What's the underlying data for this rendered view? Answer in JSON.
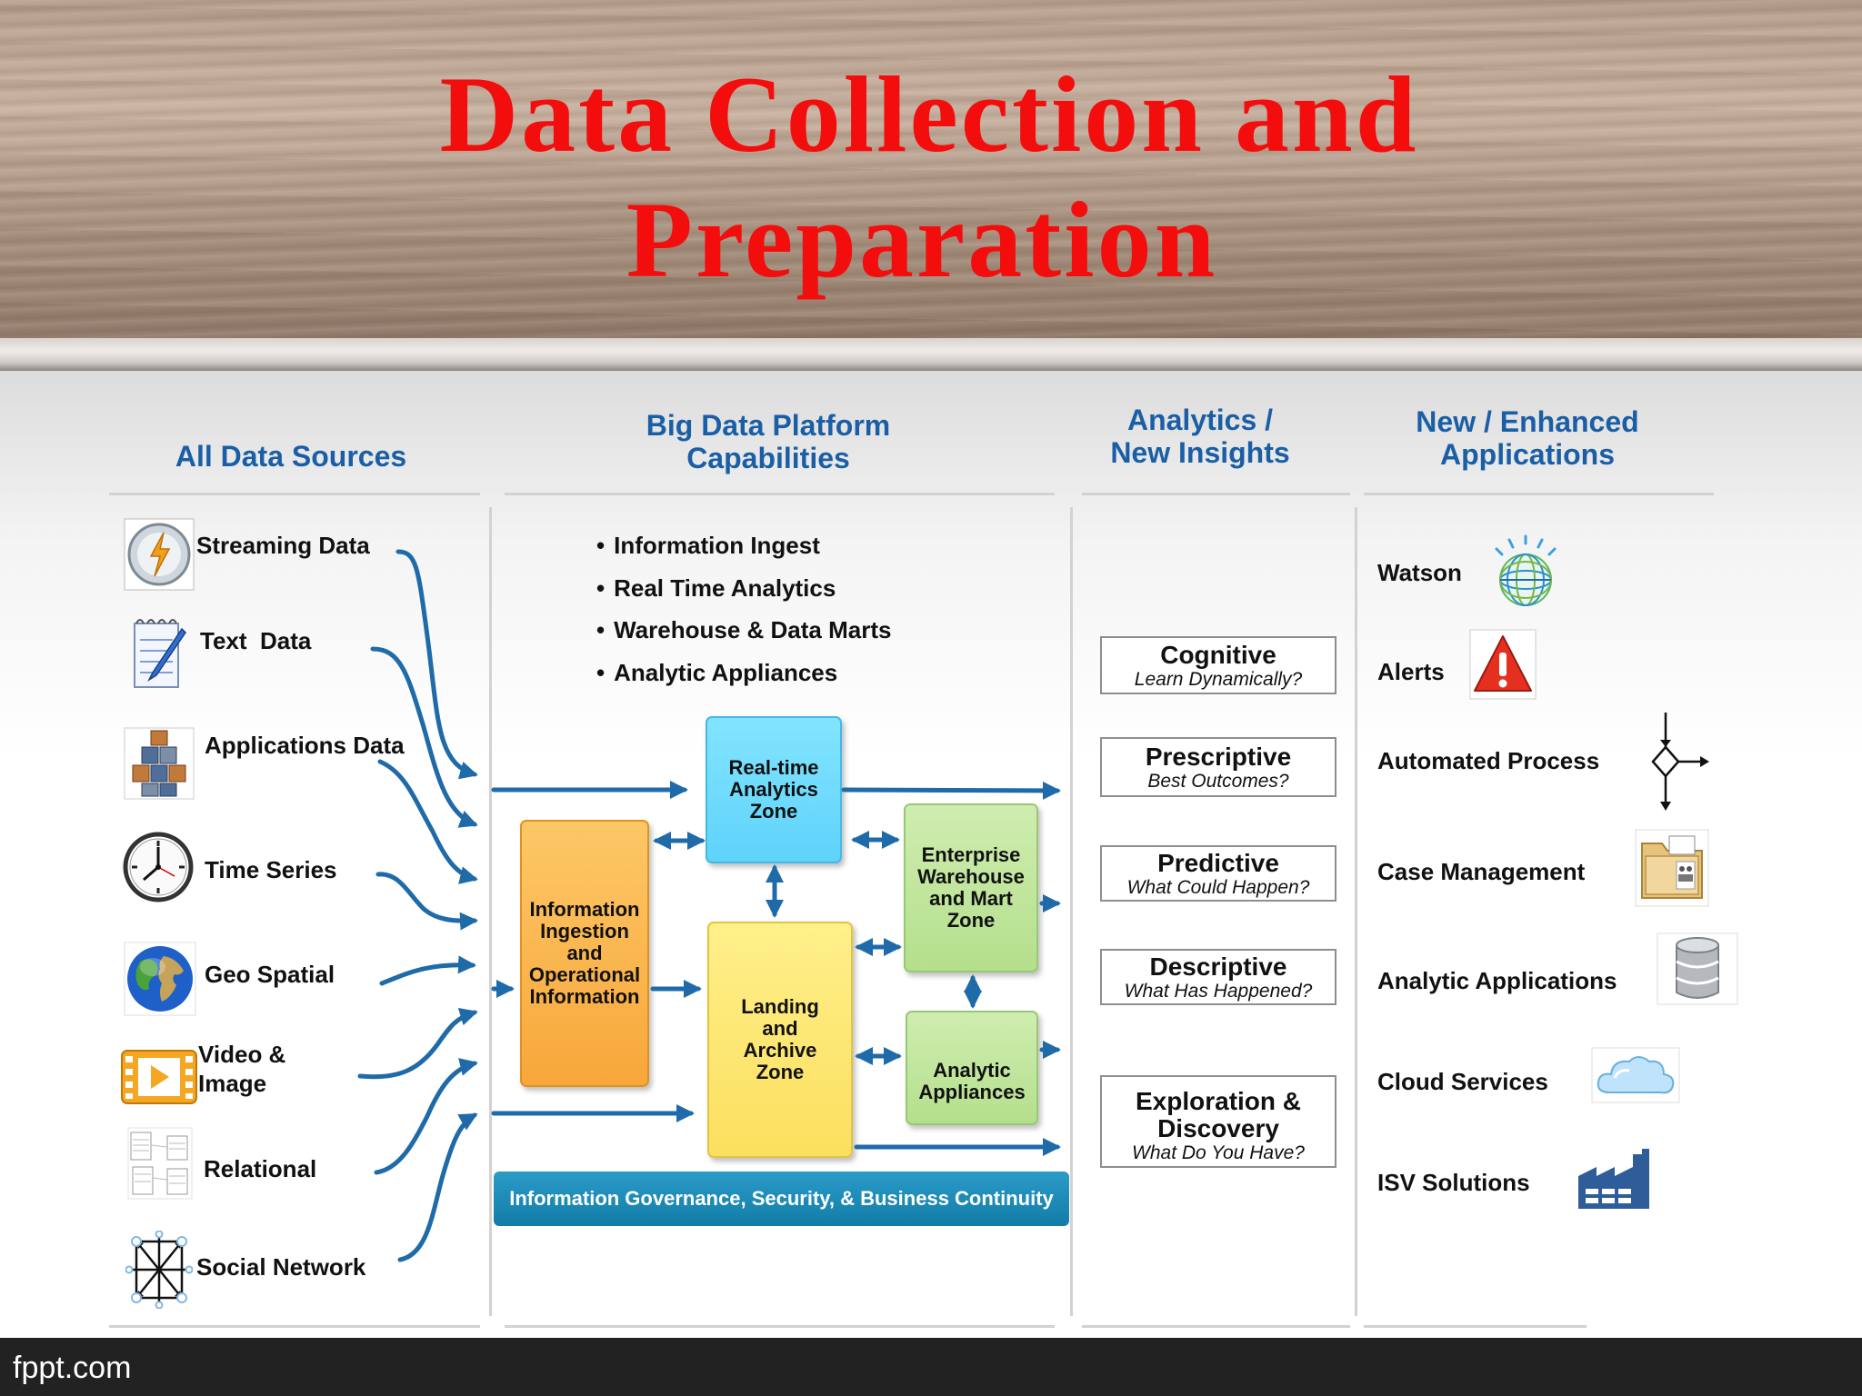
{
  "title": {
    "line1": "Data Collection and",
    "line2": "Preparation"
  },
  "footer": {
    "text": "fppt.com"
  },
  "columns": {
    "sources": "All Data Sources",
    "platform": "Big Data Platform\nCapabilities",
    "analytics": "Analytics /\nNew Insights",
    "apps": "New / Enhanced\nApplications"
  },
  "sources": [
    {
      "label": "Streaming Data",
      "icon": "streaming-data-icon"
    },
    {
      "label": "Text  Data",
      "icon": "notepad-icon"
    },
    {
      "label": "Applications Data",
      "icon": "cubes-icon"
    },
    {
      "label": "Time Series",
      "icon": "clock-icon"
    },
    {
      "label": "Geo Spatial",
      "icon": "globe-icon"
    },
    {
      "label": "Video &\nImage",
      "icon": "film-play-icon"
    },
    {
      "label": "Relational",
      "icon": "relational-tables-icon"
    },
    {
      "label": "Social Network",
      "icon": "social-network-icon"
    }
  ],
  "capabilities": [
    "Information Ingest",
    "Real Time Analytics",
    "Warehouse & Data Marts",
    "Analytic Appliances"
  ],
  "zones": {
    "ingestion": "Information\nIngestion\nand\nOperational\nInformation",
    "realtime": "Real-time\nAnalytics\nZone",
    "landing": "Landing\nand\nArchive\nZone",
    "warehouse": "Enterprise\nWarehouse\nand Mart\nZone",
    "appliances": "Analytic\nAppliances"
  },
  "governance": "Information Governance, Security, & Business Continuity",
  "insights": [
    {
      "title": "Cognitive",
      "subtitle": "Learn Dynamically?"
    },
    {
      "title": "Prescriptive",
      "subtitle": "Best Outcomes?"
    },
    {
      "title": "Predictive",
      "subtitle": "What Could Happen?"
    },
    {
      "title": "Descriptive",
      "subtitle": "What Has Happened?"
    },
    {
      "title": "Exploration &\nDiscovery",
      "subtitle": "What Do You Have?"
    }
  ],
  "applications": [
    {
      "label": "Watson",
      "icon": "watson-globe-icon"
    },
    {
      "label": "Alerts",
      "icon": "warning-icon"
    },
    {
      "label": "Automated Process",
      "icon": "process-flow-icon"
    },
    {
      "label": "Case Management",
      "icon": "folder-icon"
    },
    {
      "label": "Analytic Applications",
      "icon": "database-icon"
    },
    {
      "label": "Cloud Services",
      "icon": "cloud-icon"
    },
    {
      "label": "ISV Solutions",
      "icon": "factory-icon"
    }
  ],
  "colors": {
    "title": "#f30d0d",
    "column_heading": "#1a5fa6",
    "arrow": "#1f6aa8",
    "ingestion_zone": "#f8a73a",
    "realtime_zone": "#5fd3fb",
    "landing_zone": "#fbdf5f",
    "warehouse_zone": "#b4df8c",
    "governance_bar": "#127ca8"
  }
}
